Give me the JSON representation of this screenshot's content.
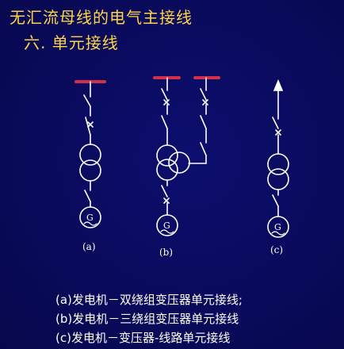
{
  "title": "无汇流母线的电气主接线",
  "subtitle": "六. 单元接线",
  "panels": [
    {
      "label": "(a)"
    },
    {
      "label": "(b)"
    },
    {
      "label": "(c)"
    }
  ],
  "generator_symbol": "G",
  "legend": [
    "(a)发电机－双绕组变压器单元接线;",
    "(b)发电机－三绕组变压器单元接线",
    "(c)发电机－变压器-线路单元接线"
  ],
  "colors": {
    "background": "#0a0a5e",
    "title": "#ffd34a",
    "busbar": "#d0304a",
    "lines": "#ffffff"
  }
}
